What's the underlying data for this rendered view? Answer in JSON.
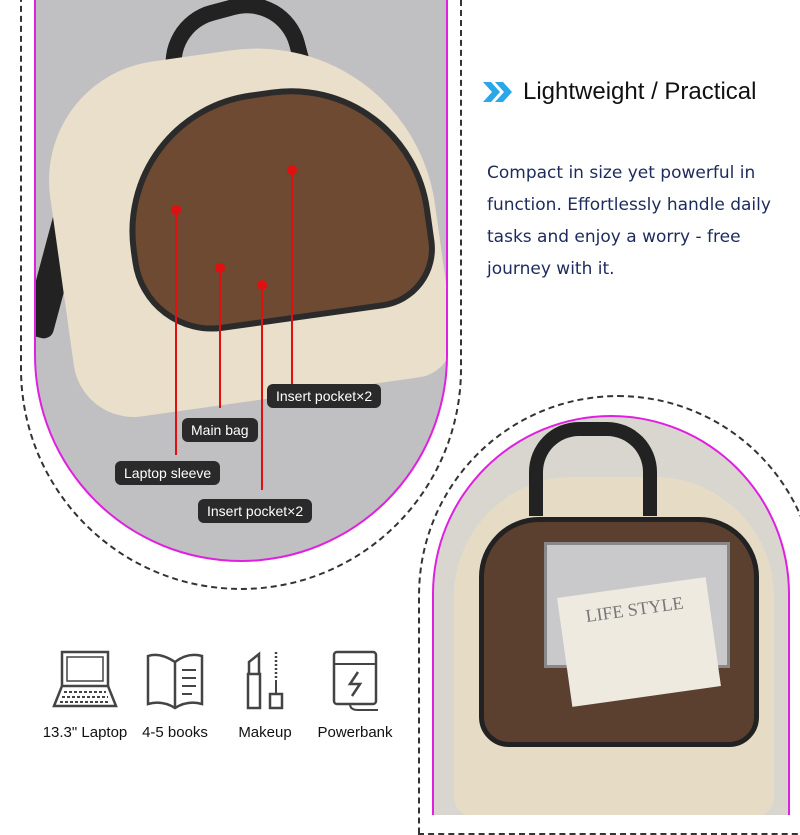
{
  "heading": {
    "icon": "double-chevron-right-icon",
    "text": "Lightweight / Practical",
    "accent": "#2aa7e8"
  },
  "description": "Compact in size yet powerful in function. Effortlessly handle daily tasks and enjoy a worry - free journey with it.",
  "callouts": [
    {
      "label": "Insert pocket×2"
    },
    {
      "label": "Main bag"
    },
    {
      "label": "Laptop sleeve"
    },
    {
      "label": "Insert pocket×2"
    }
  ],
  "photo_text": "LIFE STYLE",
  "capacity": [
    {
      "icon": "laptop-icon",
      "label": "13.3\" Laptop"
    },
    {
      "icon": "book-icon",
      "label": "4-5 books"
    },
    {
      "icon": "makeup-icon",
      "label": "Makeup"
    },
    {
      "icon": "powerbank-icon",
      "label": "Powerbank"
    }
  ],
  "colors": {
    "frame": "#e020e0",
    "callout_line": "#e01010",
    "text": "#1d2a5c"
  }
}
